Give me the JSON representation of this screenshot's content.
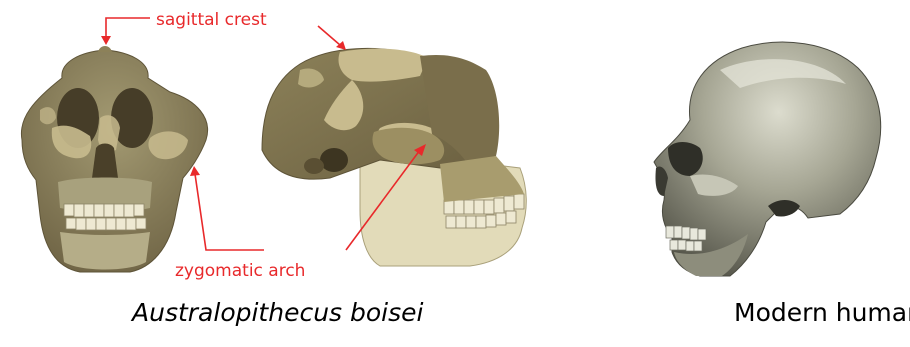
{
  "labels": {
    "sagittal_crest": "sagittal crest",
    "zygomatic_arch": "zygomatic arch"
  },
  "captions": {
    "species": "Australopithecus boisei",
    "modern": "Modern human"
  },
  "colors": {
    "annotation": "#e8292b",
    "fossil_dark": "#7d7050",
    "fossil_mid": "#928862",
    "fossil_light": "#c8bb8e",
    "fossil_pale": "#e2dbb9",
    "human_skull": "#9a9a88",
    "human_highlight": "#d6d6c8",
    "human_shadow": "#3e3e36"
  },
  "icons": {
    "front_skull": "fossil-skull-front-view",
    "side_skull": "fossil-skull-side-view",
    "human_skull": "modern-human-skull-side-view"
  }
}
